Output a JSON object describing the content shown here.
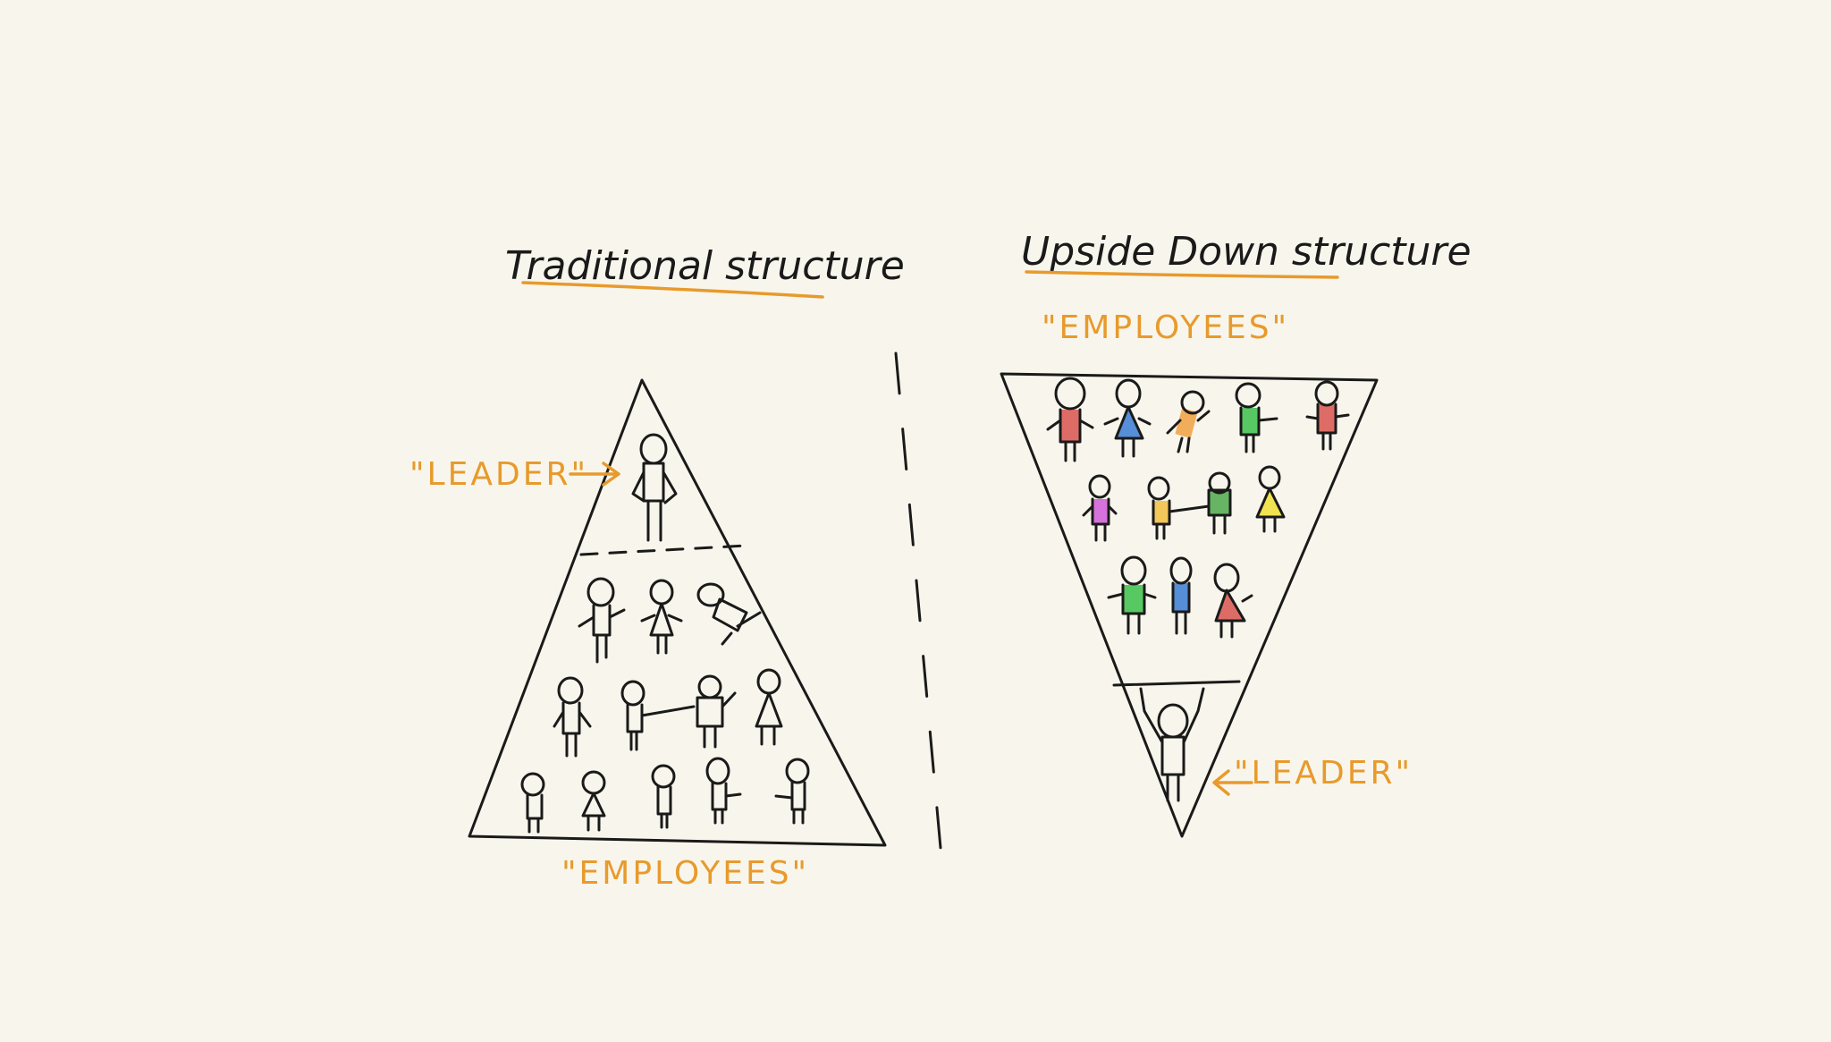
{
  "left_panel": {
    "title": "Traditional structure",
    "top_label": "\"LEADER\"",
    "bottom_label": "\"EMPLOYEES\""
  },
  "right_panel": {
    "title": "Upside Down structure",
    "top_label": "\"EMPLOYEES\"",
    "bottom_label": "\"LEADER\""
  },
  "colors": {
    "background": "#f8f6ec",
    "ink": "#1a1a1a",
    "accent": "#e89a2c",
    "figure_fills": [
      "#d9534f",
      "#3a7bd5",
      "#f0a040",
      "#3cc04a",
      "#d9534f",
      "#d05ad8",
      "#f0c040",
      "#4ca84c",
      "#f0e040",
      "#3cc04a",
      "#3a7bd5",
      "#d9534f"
    ]
  }
}
